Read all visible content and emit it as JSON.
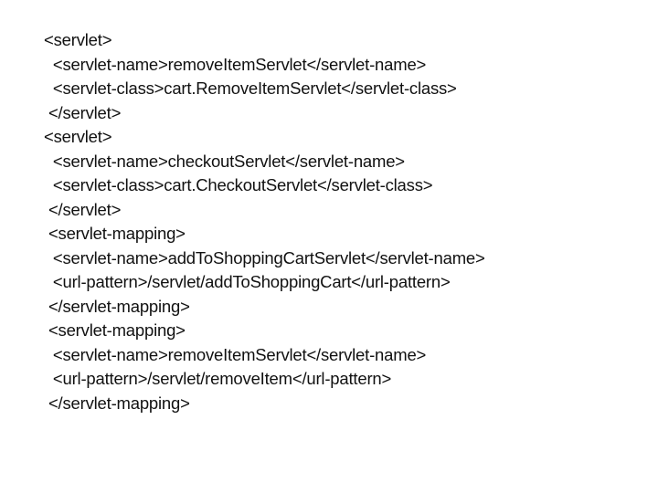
{
  "slide": {
    "background_color": "#ffffff",
    "text_color": "#111111"
  },
  "code": {
    "lines": [
      "<servlet>",
      "  <servlet-name>removeItemServlet</servlet-name>",
      "  <servlet-class>cart.RemoveItemServlet</servlet-class>",
      " </servlet>",
      "<servlet>",
      "  <servlet-name>checkoutServlet</servlet-name>",
      "  <servlet-class>cart.CheckoutServlet</servlet-class>",
      " </servlet>",
      " <servlet-mapping>",
      "  <servlet-name>addToShoppingCartServlet</servlet-name>",
      "  <url-pattern>/servlet/addToShoppingCart</url-pattern>",
      " </servlet-mapping>",
      " <servlet-mapping>",
      "  <servlet-name>removeItemServlet</servlet-name>",
      "  <url-pattern>/servlet/removeItem</url-pattern>",
      " </servlet-mapping>"
    ]
  }
}
